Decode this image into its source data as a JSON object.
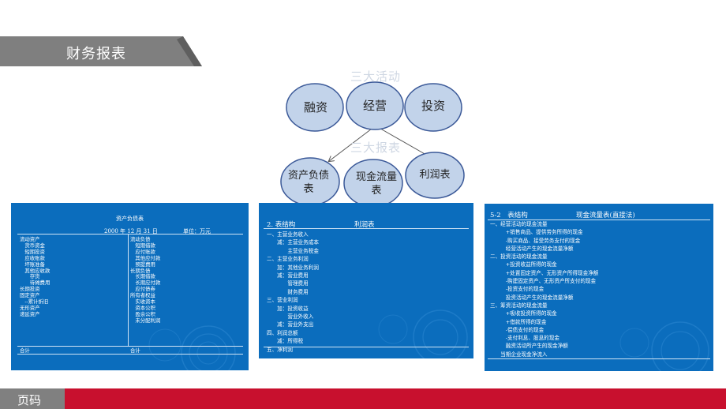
{
  "banner": {
    "title": "财务报表",
    "color": "#7f7f7f"
  },
  "diagram": {
    "top_label": "三大活动",
    "middle_label": "三大报表",
    "activities": [
      "融资",
      "经营",
      "投资"
    ],
    "statements": [
      "资产负债表",
      "现金流量表",
      "利润表"
    ],
    "bubble_color": "#c2d3ea",
    "bubble_stroke": "#3b5998"
  },
  "balance_sheet": {
    "title": "资产负债表",
    "date": "2000 年 12 月 31 日",
    "unit": "单位：万元",
    "left_items": [
      "流动资产",
      "　货币资金",
      "　短期投资",
      "　应收账款",
      "　坏账准备",
      "　其他应收款",
      "　　存货",
      "　　待摊费用",
      "长期投资",
      "固定资产",
      "　--累计折旧",
      "无形资产",
      "递延资产"
    ],
    "right_items": [
      "流动负债",
      "　短期借款",
      "　应付账款",
      "　其他应付款",
      "　预提费用",
      "长期负债",
      "　长期借款",
      "　长期应付款",
      "　应付债券",
      "所有者权益",
      "　实收资本",
      "　资本公积",
      "　盈余公积",
      "　未分配利润"
    ],
    "left_total": "合计",
    "right_total": "合计"
  },
  "income_statement": {
    "section": "2. 表结构",
    "title": "利润表",
    "items": [
      "一、主营业务收入",
      "　　减：主营业务成本",
      "　　　　主营业务税金",
      "二、主营业务利润",
      "　　加：其他业务利润",
      "　　减：营业费用",
      "　　　　管理费用",
      "　　　　财务费用",
      "三、营业利润",
      "　　加：投资收益",
      "　　　　营业外收入",
      "　　减：营业外支出",
      "四、利润总额",
      "　　减：所得税",
      "五、净利润"
    ]
  },
  "cash_flow": {
    "section": "5-2　表结构",
    "title": "现金流量表(直接法)",
    "items": [
      "一、经营活动的现金流量",
      "　　　+销售商品、提供劳务所得的现金",
      "　　　-购买商品、接受劳务支付的现金",
      "　　　经营活动产生的现金流量净额",
      "二、投资活动的现金流量",
      "　　　+投资收益所得的现金",
      "　　　+处置固定资产、无形资产所得现金净额",
      "　　　-购建固定资产、无形资产所支付的现金",
      "　　　-投资支付的现金",
      "　　　投资活动产生的现金流量净额",
      "三、筹资活动的现金流量",
      "　　　+吸收投资所得的现金",
      "　　　+借款所得的现金",
      "　　　-偿债支付的现金",
      "　　　-支付利息、股息的现金",
      "　　　融资活动所产生的现金净额",
      "　　当期企业现金净流入"
    ]
  },
  "footer": {
    "label": "页码",
    "bar_color": "#c8102e"
  }
}
